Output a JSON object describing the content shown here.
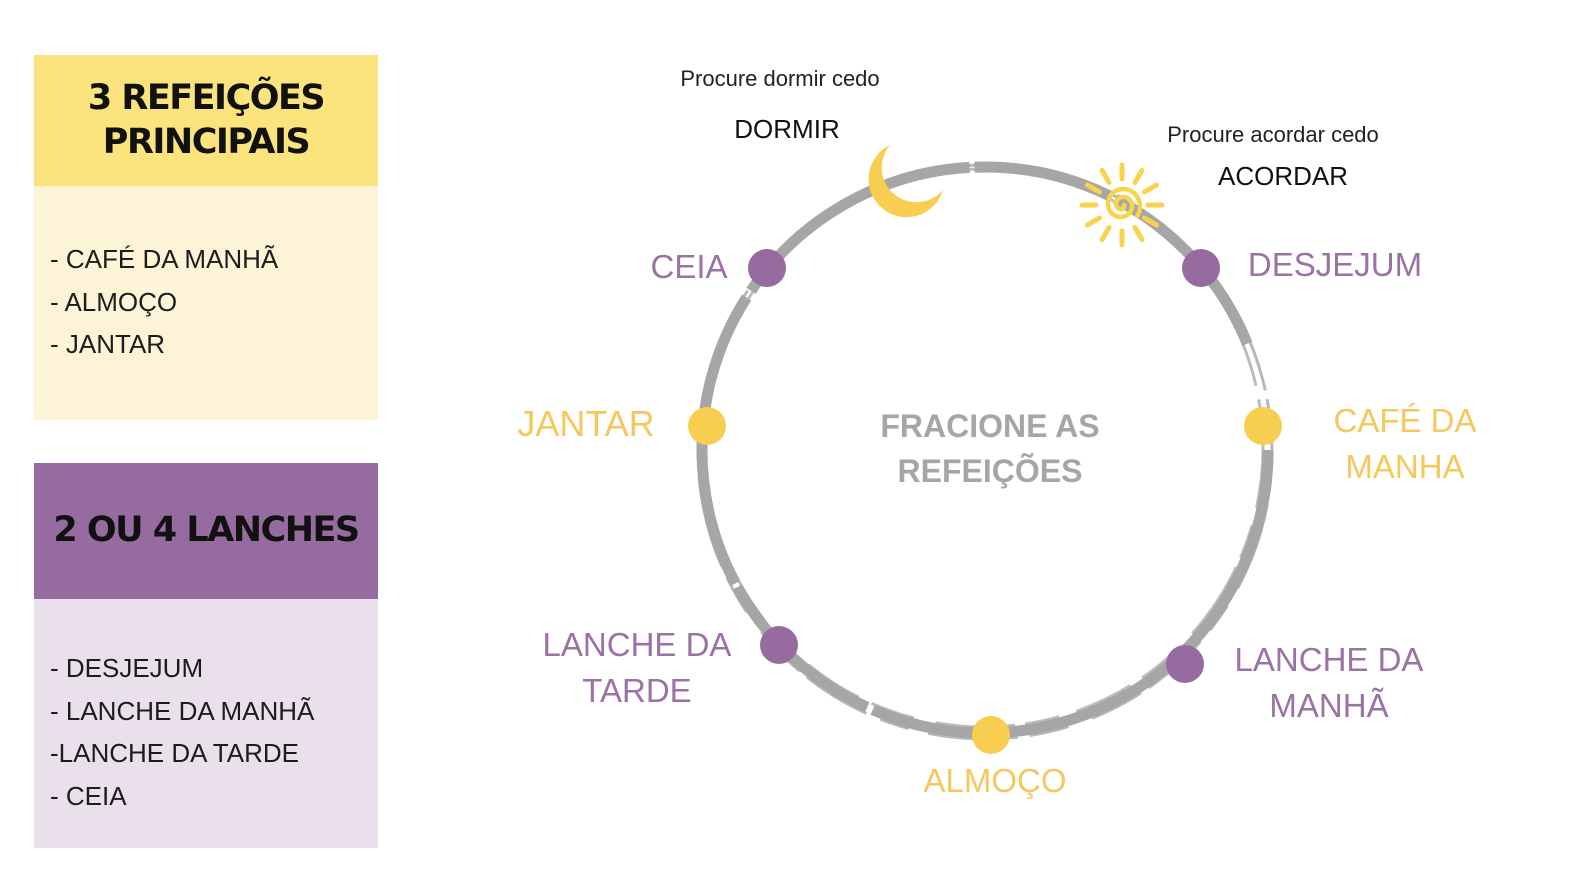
{
  "cards": [
    {
      "title_lines": [
        "3 REFEIÇÕES",
        "PRINCIPAIS"
      ],
      "items": [
        "- CAFÉ DA MANHÃ",
        "- ALMOÇO",
        "- JANTAR"
      ]
    },
    {
      "title_lines": [
        "2 OU 4 LANCHES"
      ],
      "items": [
        "- DESJEJUM",
        "- LANCHE DA MANHÃ",
        "-LANCHE DA TARDE",
        "- CEIA"
      ]
    }
  ],
  "cycle": {
    "center_lines": [
      "FRACIONE AS",
      "REFEIÇÕES"
    ],
    "sleep": {
      "hint": "Procure dormir cedo",
      "label": "DORMIR",
      "icon": "moon-icon"
    },
    "wake": {
      "hint": "Procure acordar cedo",
      "label": "ACORDAR",
      "icon": "sun-icon"
    },
    "meals": [
      {
        "name": "desjejum",
        "lines": [
          "DESJEJUM"
        ],
        "kind": "snack"
      },
      {
        "name": "cafe-da-manha",
        "lines": [
          "CAFÉ DA",
          "MANHA"
        ],
        "kind": "main"
      },
      {
        "name": "lanche-da-manha",
        "lines": [
          "LANCHE DA",
          "MANHÃ"
        ],
        "kind": "snack"
      },
      {
        "name": "almoco",
        "lines": [
          "ALMOÇO"
        ],
        "kind": "main"
      },
      {
        "name": "lanche-da-tarde",
        "lines": [
          "LANCHE DA",
          "TARDE"
        ],
        "kind": "snack"
      },
      {
        "name": "jantar",
        "lines": [
          "JANTAR"
        ],
        "kind": "main"
      },
      {
        "name": "ceia",
        "lines": [
          "CEIA"
        ],
        "kind": "snack"
      }
    ]
  },
  "colors": {
    "main_meal": "#f7ce4f",
    "snack": "#966b9f",
    "main_label": "#f5c85e",
    "snack_label": "#9a72a4",
    "ring": "#a6a6a6",
    "center_text": "#a6a6a6",
    "sun": "#f7d44c",
    "moon": "#f7ce4f"
  }
}
